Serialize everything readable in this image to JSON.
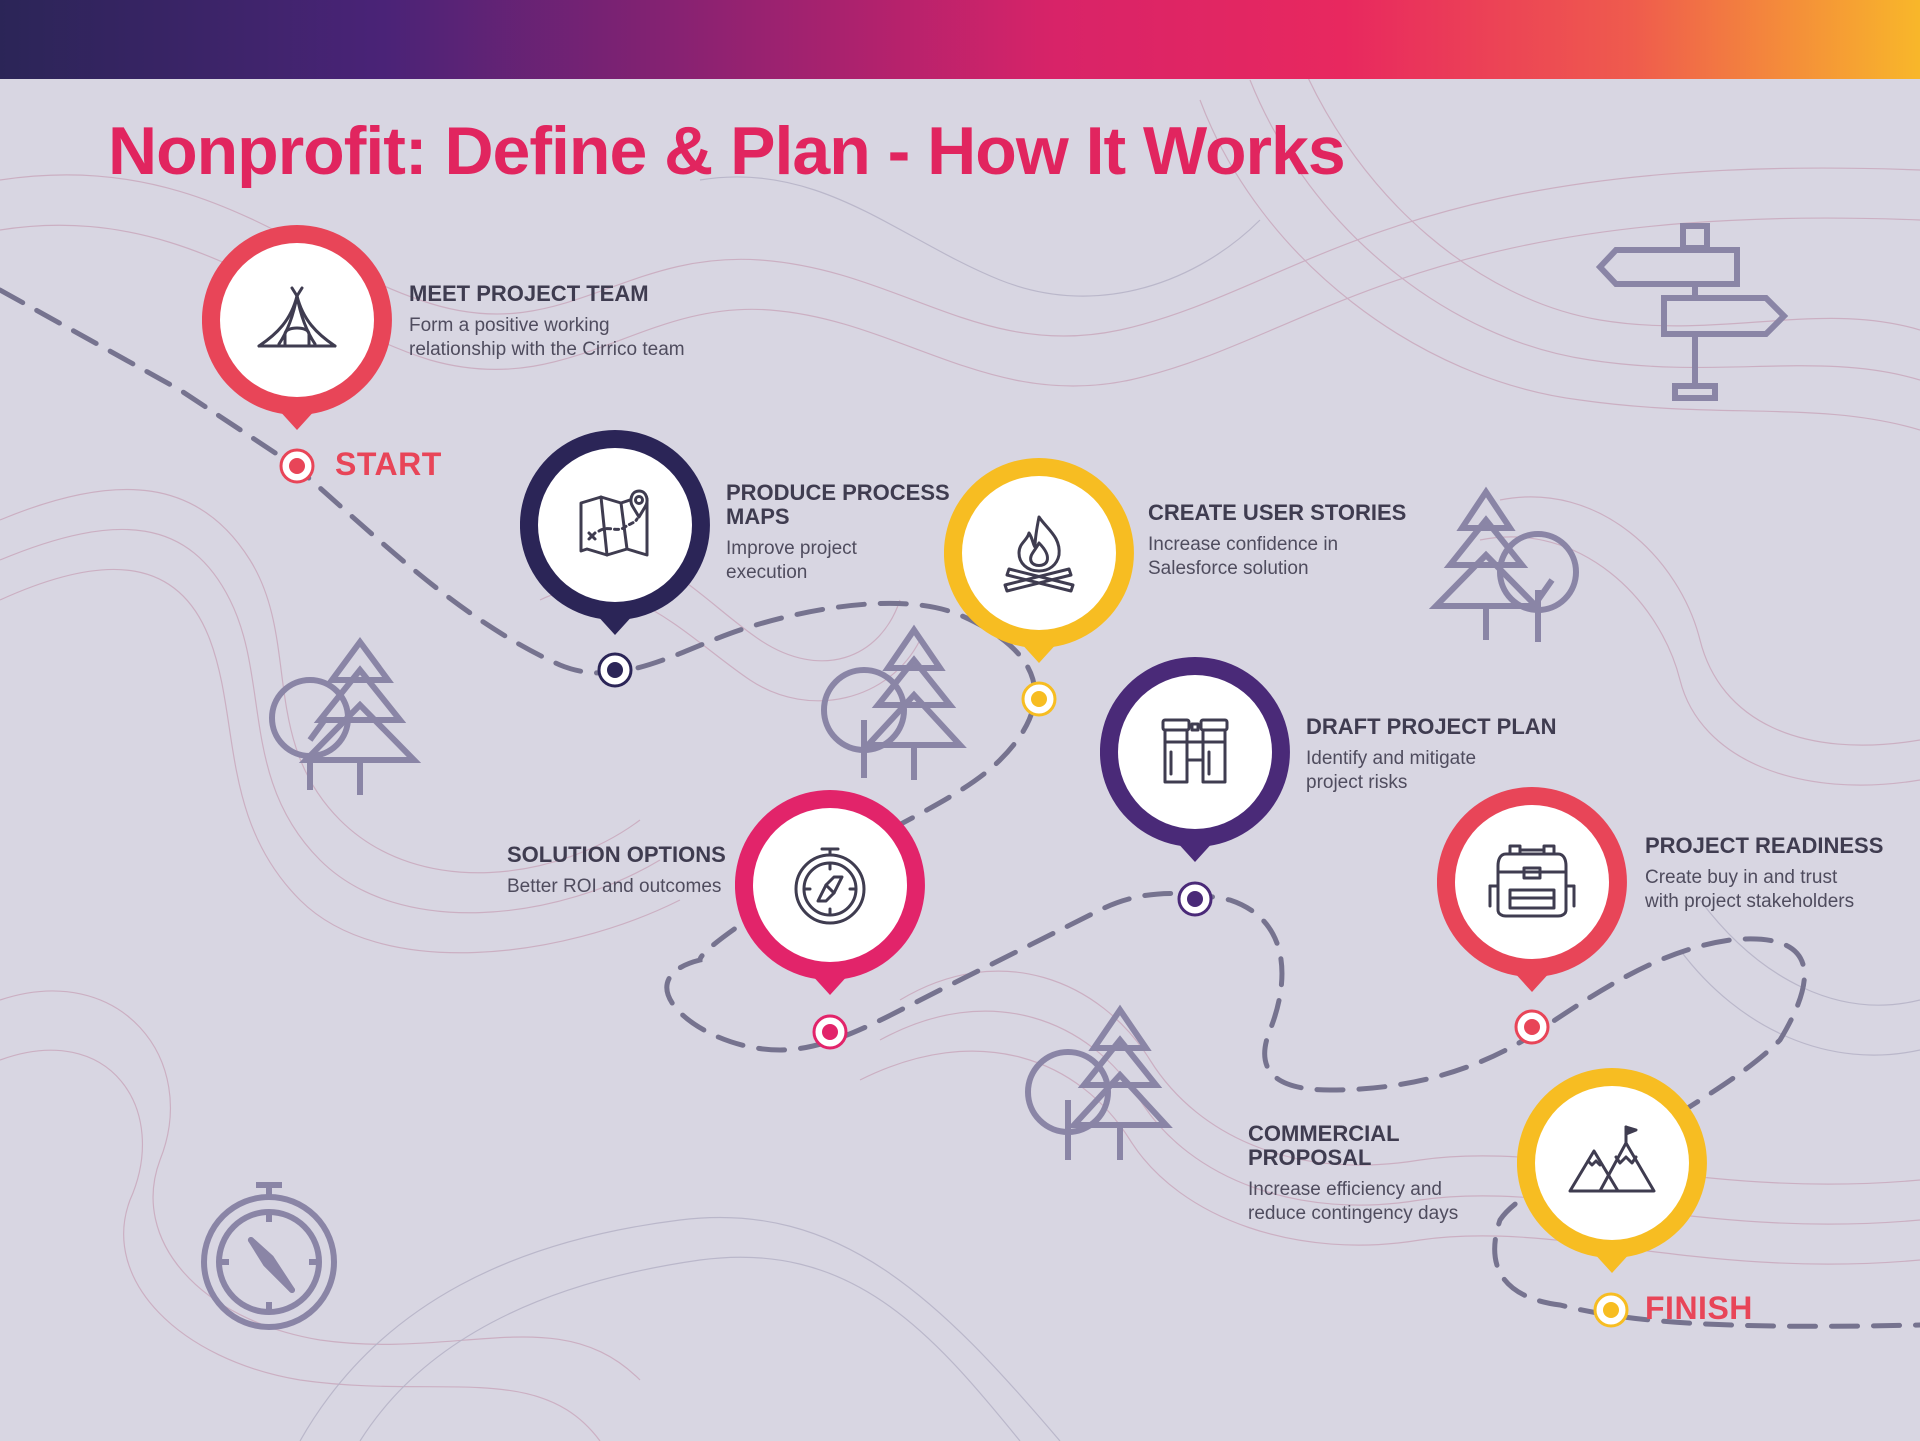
{
  "title": "Nonprofit: Define & Plan - How It Works",
  "colors": {
    "red": "#e84558",
    "navy": "#2b2557",
    "yellow": "#f7bd22",
    "magenta": "#e2246a",
    "purple": "#4a2a78",
    "title": "#e1255f",
    "path": "#76738f",
    "decor": "#8a85a6"
  },
  "markers": {
    "start": "START",
    "finish": "FINISH"
  },
  "steps": [
    {
      "title": "MEET PROJECT TEAM",
      "desc_line1": "Form a positive working",
      "desc_line2": "relationship with the Cirrico team",
      "icon": "tent-icon",
      "color": "#e84558"
    },
    {
      "title_line1": "PRODUCE PROCESS",
      "title_line2": "MAPS",
      "desc_line1": "Improve project",
      "desc_line2": "execution",
      "icon": "map-icon",
      "color": "#2b2557"
    },
    {
      "title": "CREATE USER STORIES",
      "desc_line1": "Increase confidence in",
      "desc_line2": "Salesforce solution",
      "icon": "campfire-icon",
      "color": "#f7bd22"
    },
    {
      "title": "SOLUTION OPTIONS",
      "desc_line1": "Better ROI and outcomes",
      "icon": "compass-icon",
      "color": "#e2246a"
    },
    {
      "title": "DRAFT PROJECT PLAN",
      "desc_line1": "Identify and mitigate",
      "desc_line2": "project risks",
      "icon": "binoculars-icon",
      "color": "#4a2a78"
    },
    {
      "title": "PROJECT READINESS",
      "desc_line1": "Create buy in and trust",
      "desc_line2": "with project stakeholders",
      "icon": "backpack-icon",
      "color": "#e84558"
    },
    {
      "title": "COMMERCIAL PROPOSAL",
      "desc_line1": "Increase efficiency and",
      "desc_line2": "reduce contingency days",
      "icon": "mountain-icon",
      "color": "#f7bd22"
    }
  ]
}
